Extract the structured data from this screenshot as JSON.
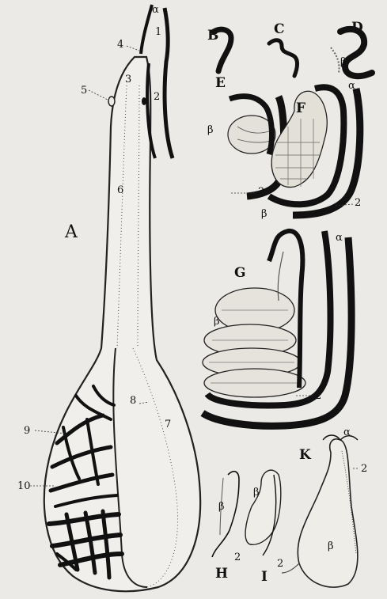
{
  "figure": {
    "panels": {
      "A": "A",
      "B": "B",
      "C": "C",
      "D": "D",
      "E": "E",
      "F": "F",
      "G": "G",
      "H": "H",
      "I": "I",
      "K": "K"
    },
    "labels": {
      "alpha": "α",
      "beta": "β",
      "n1": "1",
      "n2": "2",
      "n3": "3",
      "n4": "4",
      "n5": "5",
      "n6": "6",
      "n7": "7",
      "n8": "8",
      "n9": "9",
      "n10": "10"
    },
    "colors": {
      "ink": "#111111",
      "paper": "#eceae6",
      "wash": "#dcd9d2"
    }
  }
}
